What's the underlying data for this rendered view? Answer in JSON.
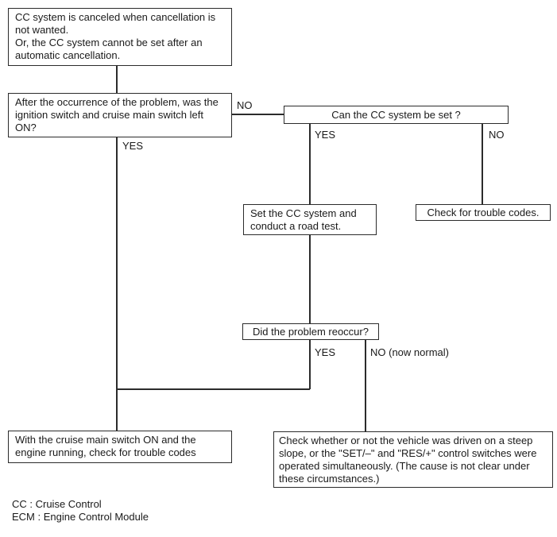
{
  "boxes": {
    "problem": "CC system is canceled when cancellation is not wanted.\nOr, the CC system cannot be set after an automatic cancellation.",
    "question_ignition": "After the occurrence of the problem, was the ignition switch and cruise main switch left ON?",
    "question_can_set": "Can the CC system be set ?",
    "set_and_road_test": "Set the CC system and\nconduct a road test.",
    "check_trouble_codes": "Check for trouble codes.",
    "question_reoccur": "Did the problem reoccur?",
    "check_with_main_switch": "With the cruise main switch ON and the engine running, check for trouble codes",
    "check_steep_slope": "Check whether or not the vehicle was driven on a steep slope, or the \"SET/–\" and \"RES/+\" control switches were operated simultaneously. (The cause is not clear under these circumstances.)"
  },
  "labels": {
    "no_ignition": "NO",
    "yes_ignition": "YES",
    "yes_can_set": "YES",
    "no_can_set": "NO",
    "yes_reoccur": "YES",
    "no_reoccur": "NO (now normal)"
  },
  "legend": {
    "cc": "CC : Cruise Control",
    "ecm": "ECM : Engine Control Module"
  }
}
